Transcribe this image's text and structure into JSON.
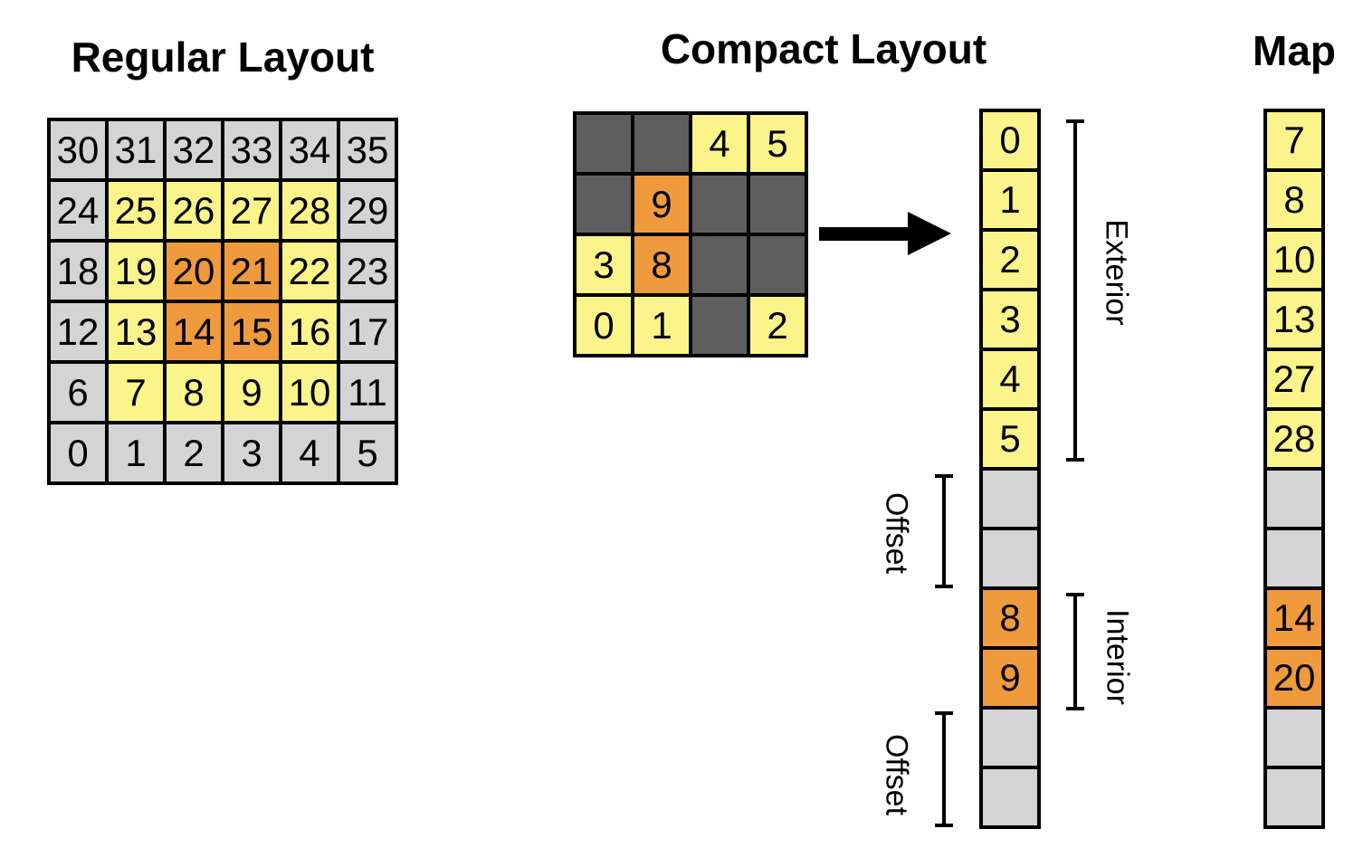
{
  "titles": {
    "regular": "Regular Layout",
    "compact": "Compact Layout",
    "map": "Map"
  },
  "labels": {
    "exterior": "Exterior",
    "interior": "Interior",
    "offset_top": "Offset",
    "offset_bottom": "Offset"
  },
  "colors": {
    "yellow": "#FAF48A",
    "orange": "#F09A3E",
    "gray": "#D4D4D4",
    "dark": "#5E5E5E",
    "border": "#000000"
  },
  "regular_grid": {
    "rows": [
      [
        {
          "t": "30",
          "c": "gray"
        },
        {
          "t": "31",
          "c": "gray"
        },
        {
          "t": "32",
          "c": "gray"
        },
        {
          "t": "33",
          "c": "gray"
        },
        {
          "t": "34",
          "c": "gray"
        },
        {
          "t": "35",
          "c": "gray"
        }
      ],
      [
        {
          "t": "24",
          "c": "gray"
        },
        {
          "t": "25",
          "c": "yellow"
        },
        {
          "t": "26",
          "c": "yellow"
        },
        {
          "t": "27",
          "c": "yellow"
        },
        {
          "t": "28",
          "c": "yellow"
        },
        {
          "t": "29",
          "c": "gray"
        }
      ],
      [
        {
          "t": "18",
          "c": "gray"
        },
        {
          "t": "19",
          "c": "yellow"
        },
        {
          "t": "20",
          "c": "orange"
        },
        {
          "t": "21",
          "c": "orange"
        },
        {
          "t": "22",
          "c": "yellow"
        },
        {
          "t": "23",
          "c": "gray"
        }
      ],
      [
        {
          "t": "12",
          "c": "gray"
        },
        {
          "t": "13",
          "c": "yellow"
        },
        {
          "t": "14",
          "c": "orange"
        },
        {
          "t": "15",
          "c": "orange"
        },
        {
          "t": "16",
          "c": "yellow"
        },
        {
          "t": "17",
          "c": "gray"
        }
      ],
      [
        {
          "t": "6",
          "c": "gray"
        },
        {
          "t": "7",
          "c": "yellow"
        },
        {
          "t": "8",
          "c": "yellow"
        },
        {
          "t": "9",
          "c": "yellow"
        },
        {
          "t": "10",
          "c": "yellow"
        },
        {
          "t": "11",
          "c": "gray"
        }
      ],
      [
        {
          "t": "0",
          "c": "gray"
        },
        {
          "t": "1",
          "c": "gray"
        },
        {
          "t": "2",
          "c": "gray"
        },
        {
          "t": "3",
          "c": "gray"
        },
        {
          "t": "4",
          "c": "gray"
        },
        {
          "t": "5",
          "c": "gray"
        }
      ]
    ]
  },
  "compact_grid": {
    "rows": [
      [
        {
          "t": "",
          "c": "dark"
        },
        {
          "t": "",
          "c": "dark"
        },
        {
          "t": "4",
          "c": "yellow"
        },
        {
          "t": "5",
          "c": "yellow"
        }
      ],
      [
        {
          "t": "",
          "c": "dark"
        },
        {
          "t": "9",
          "c": "orange"
        },
        {
          "t": "",
          "c": "dark"
        },
        {
          "t": "",
          "c": "dark"
        }
      ],
      [
        {
          "t": "3",
          "c": "yellow"
        },
        {
          "t": "8",
          "c": "orange"
        },
        {
          "t": "",
          "c": "dark"
        },
        {
          "t": "",
          "c": "dark"
        }
      ],
      [
        {
          "t": "0",
          "c": "yellow"
        },
        {
          "t": "1",
          "c": "yellow"
        },
        {
          "t": "",
          "c": "dark"
        },
        {
          "t": "2",
          "c": "yellow"
        }
      ]
    ]
  },
  "compact_array": {
    "cells": [
      {
        "t": "0",
        "c": "yellow"
      },
      {
        "t": "1",
        "c": "yellow"
      },
      {
        "t": "2",
        "c": "yellow"
      },
      {
        "t": "3",
        "c": "yellow"
      },
      {
        "t": "4",
        "c": "yellow"
      },
      {
        "t": "5",
        "c": "yellow"
      },
      {
        "t": "",
        "c": "gray"
      },
      {
        "t": "",
        "c": "gray"
      },
      {
        "t": "8",
        "c": "orange"
      },
      {
        "t": "9",
        "c": "orange"
      },
      {
        "t": "",
        "c": "gray"
      },
      {
        "t": "",
        "c": "gray"
      }
    ]
  },
  "map_array": {
    "cells": [
      {
        "t": "7",
        "c": "yellow"
      },
      {
        "t": "8",
        "c": "yellow"
      },
      {
        "t": "10",
        "c": "yellow"
      },
      {
        "t": "13",
        "c": "yellow"
      },
      {
        "t": "27",
        "c": "yellow"
      },
      {
        "t": "28",
        "c": "yellow"
      },
      {
        "t": "",
        "c": "gray"
      },
      {
        "t": "",
        "c": "gray"
      },
      {
        "t": "14",
        "c": "orange"
      },
      {
        "t": "20",
        "c": "orange"
      },
      {
        "t": "",
        "c": "gray"
      },
      {
        "t": "",
        "c": "gray"
      }
    ]
  }
}
